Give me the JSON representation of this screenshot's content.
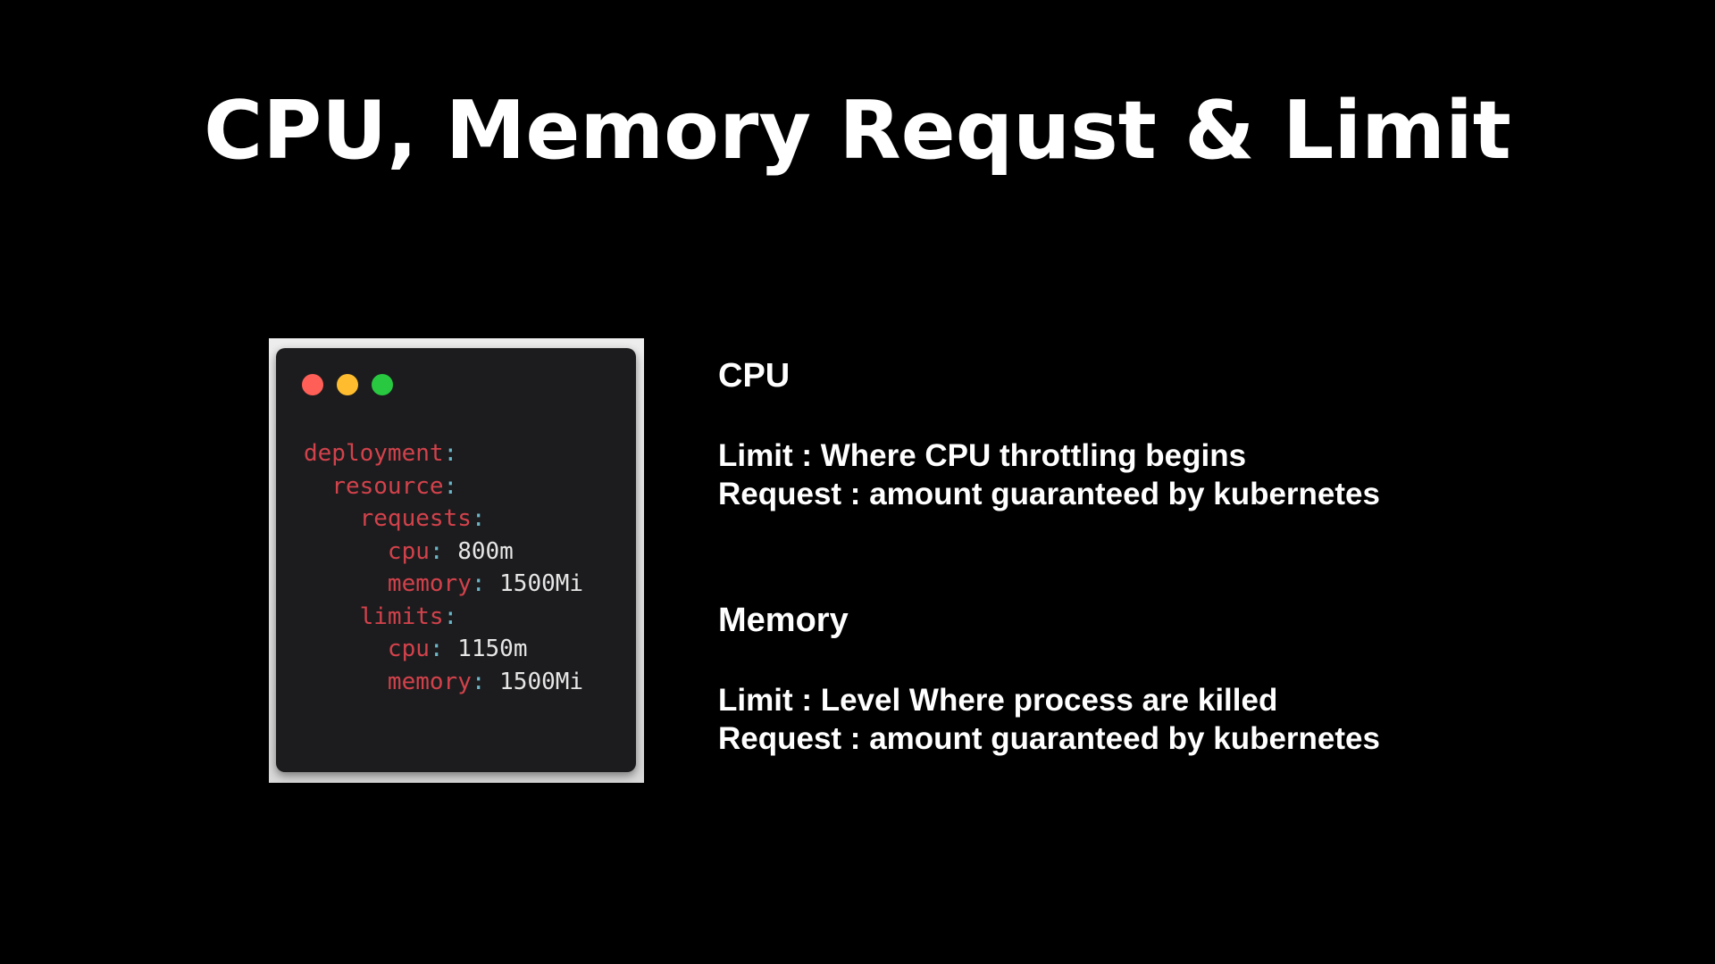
{
  "title": "CPU, Memory Requst & Limit",
  "code": {
    "lines": [
      {
        "indent": "",
        "key": "deployment",
        "colon": ":",
        "value": ""
      },
      {
        "indent": "  ",
        "key": "resource",
        "colon": ":",
        "value": ""
      },
      {
        "indent": "    ",
        "key": "requests",
        "colon": ":",
        "value": ""
      },
      {
        "indent": "      ",
        "key": "cpu",
        "colon": ":",
        "value": " 800m"
      },
      {
        "indent": "      ",
        "key": "memory",
        "colon": ":",
        "value": " 1500Mi"
      },
      {
        "indent": "    ",
        "key": "limits",
        "colon": ":",
        "value": ""
      },
      {
        "indent": "      ",
        "key": "cpu",
        "colon": ":",
        "value": " 1150m"
      },
      {
        "indent": "      ",
        "key": "memory",
        "colon": ":",
        "value": " 1500Mi"
      }
    ]
  },
  "cpu_section": {
    "heading": "CPU",
    "limit": "Limit : Where CPU throttling begins",
    "request": "Request : amount guaranteed by kubernetes"
  },
  "memory_section": {
    "heading": "Memory",
    "limit": "Limit : Level Where process are killed",
    "request": "Request : amount guaranteed by kubernetes"
  },
  "colors": {
    "background": "#000000",
    "code_key": "#d2424b",
    "code_colon": "#6cb6c8",
    "code_value": "#e6e6e6",
    "window_red": "#ff5f57",
    "window_yellow": "#febc2e",
    "window_green": "#28c840"
  }
}
